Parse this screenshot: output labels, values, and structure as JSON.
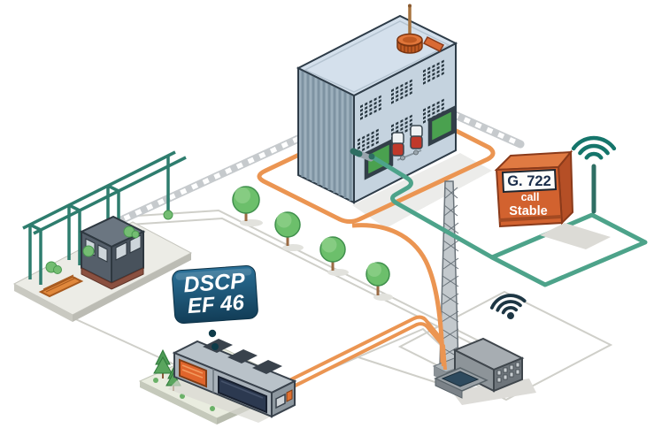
{
  "scene": {
    "qos_badge": {
      "line1": "DSCP",
      "line2": "EF 46"
    },
    "call_quality_box": {
      "codec": "G. 722",
      "word_call": "call",
      "word_status": "Stable"
    },
    "colors": {
      "orange_cable": "#EB9552",
      "green_cable": "#4DA38A",
      "badge_gradient_top": "#2B7097",
      "badge_gradient_bottom": "#123D57",
      "call_box_front": "#D2622F",
      "call_box_top": "#E07A42",
      "call_box_side": "#B54F26",
      "wifi_teal": "#15756B",
      "wifi_navy": "#1D3644",
      "building_wall": "#C5D3DF",
      "tree_green": "#6CBF6B"
    },
    "icons": {
      "wifi_left": "wifi-icon",
      "wifi_right": "wifi-icon",
      "antenna": "antenna-pole-icon",
      "tower": "radio-tower-icon"
    }
  }
}
